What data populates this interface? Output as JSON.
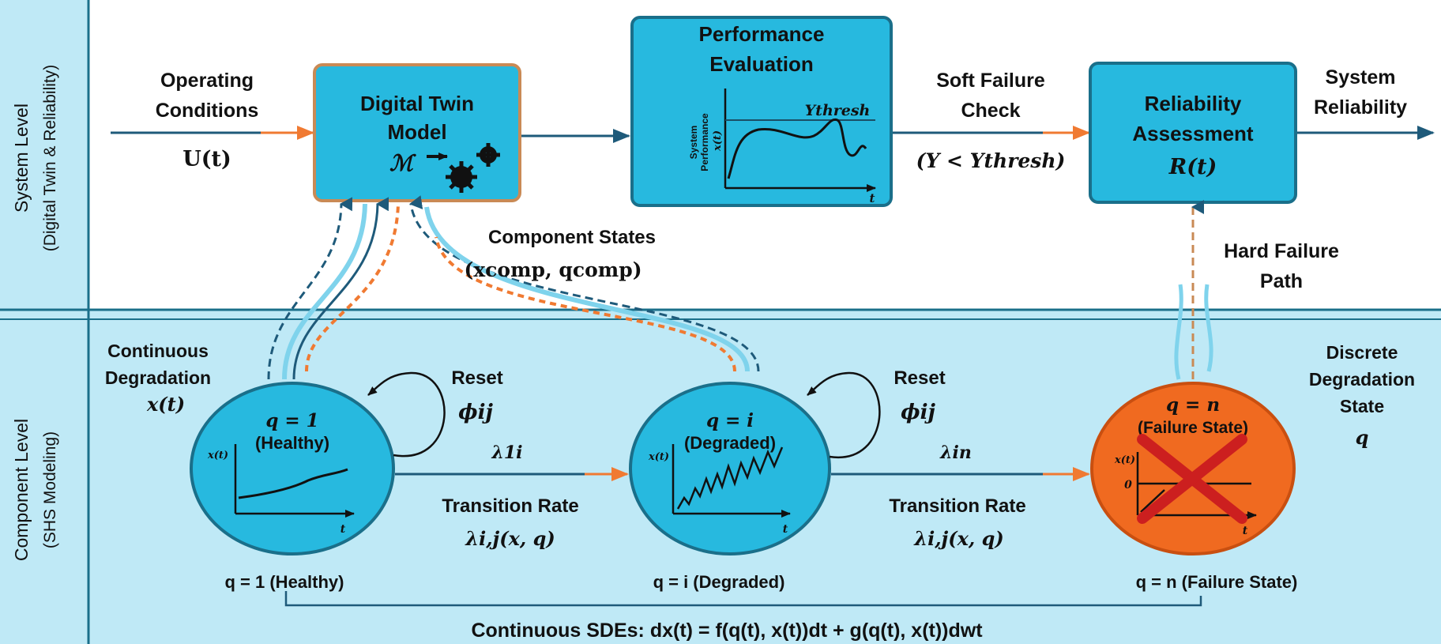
{
  "side_labels": {
    "system_level": "System Level",
    "system_level_sub": "(Digital Twin & Reliability)",
    "component_level": "Component Level",
    "component_level_sub": "(SHS Modeling)"
  },
  "operating": {
    "line1": "Operating",
    "line2": "Conditions",
    "symbol": "U(t)"
  },
  "digital_twin": {
    "line1": "Digital Twin",
    "line2": "Model",
    "symbol": "ℳ"
  },
  "performance": {
    "line1": "Performance",
    "line2": "Evaluation",
    "y_axis_top": "System",
    "y_axis_bottom": "Performance",
    "y_axis_var": "x(t)",
    "thresh_label": "Ythresh",
    "x_axis_var": "t"
  },
  "soft_failure": {
    "line1": "Soft Failure",
    "line2": "Check",
    "condition": "(Y < Ythresh)"
  },
  "reliability": {
    "line1": "Reliability",
    "line2": "Assessment",
    "symbol": "R(t)"
  },
  "system_reliability": {
    "line1": "System",
    "line2": "Reliability"
  },
  "component_states": {
    "line1": "Component States",
    "line2": "(xcomp, qcomp)"
  },
  "hard_failure": {
    "line1": "Hard Failure",
    "line2": "Path"
  },
  "continuous_degradation": {
    "line1": "Continuous",
    "line2": "Degradation",
    "line3": "x(t)"
  },
  "discrete_degradation": {
    "line1": "Discrete",
    "line2": "Degradation",
    "line3": "State",
    "line4": "q"
  },
  "states": [
    {
      "q_label": "q = 1",
      "name": "(Healthy)",
      "axis_var": "x(t)",
      "t": "t",
      "caption": "q = 1 (Healthy)"
    },
    {
      "q_label": "q = i",
      "name": "(Degraded)",
      "axis_var": "x(t)",
      "t": "t",
      "caption": "q = i (Degraded)"
    },
    {
      "q_label": "q = n",
      "name": "(Failure State)",
      "axis_var": "x(t)",
      "zero": "0",
      "t": "t",
      "caption": "q = n (Failure State)"
    }
  ],
  "reset": [
    {
      "line1": "Reset",
      "line2": "ϕij"
    },
    {
      "line1": "Reset",
      "line2": "ϕij"
    }
  ],
  "transitions": [
    {
      "rate_symbol": "λ1i",
      "label": "Transition Rate",
      "formula": "λi,j(x, q)"
    },
    {
      "rate_symbol": "λin",
      "label": "Transition Rate",
      "formula": "λi,j(x, q)"
    }
  ],
  "sde": {
    "text": "Continuous SDEs: dx(t) = f(q(t), x(t))dt + g(q(t), x(t))dwt"
  },
  "colors": {
    "box_fill": "#27b9df",
    "box_stroke": "#1a6f8a",
    "twin_stroke": "#c98a55",
    "arrow_blue": "#1e5a7a",
    "arrow_orange": "#f07a32",
    "lower_band": "#bfe9f6",
    "failure_fill": "#f06a20",
    "cross": "#cc1f1f"
  }
}
